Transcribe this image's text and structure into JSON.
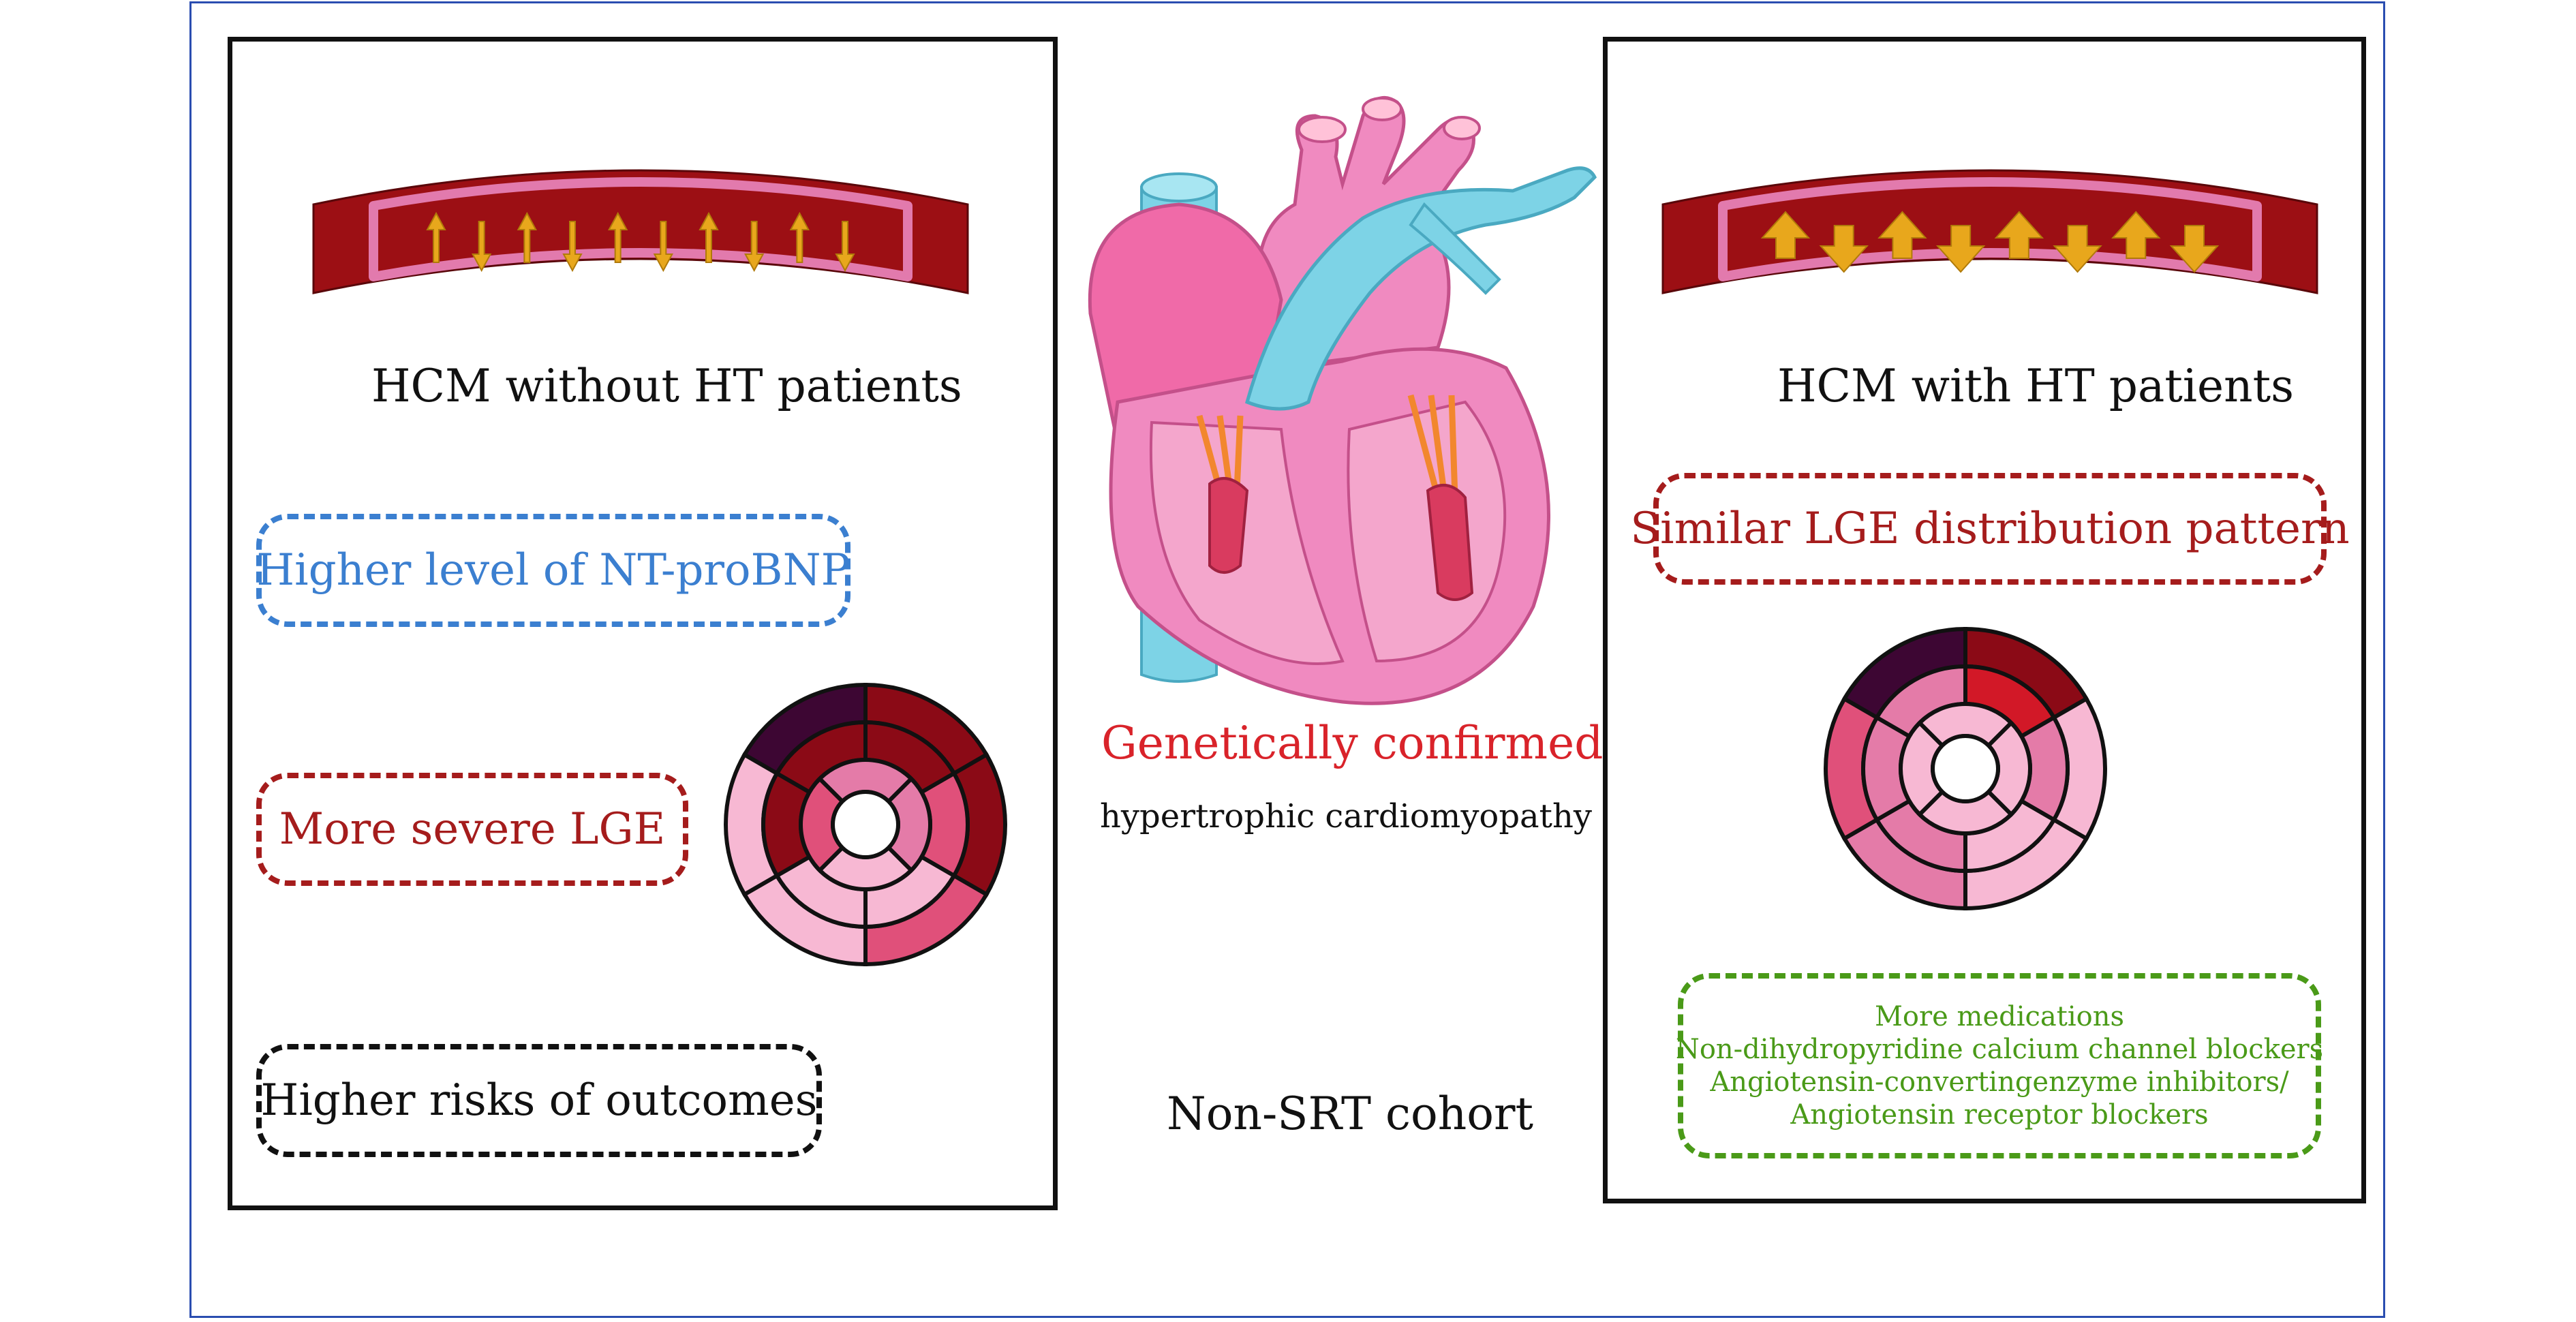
{
  "left_panel": {
    "title": "HCM without HT patients",
    "findings": [
      {
        "text": "Higher level of NT-proBNP",
        "color": "#3b7fd0"
      },
      {
        "text": "More severe LGE",
        "color": "#a51c1c"
      },
      {
        "text": "Higher risks of outcomes",
        "color": "#111111"
      }
    ]
  },
  "center": {
    "label_red": "Genetically confirmed",
    "label_black": "hypertrophic cardiomyopathy",
    "cohort": "Non-SRT cohort"
  },
  "right_panel": {
    "title": "HCM with HT patients",
    "finding_lge": {
      "text": "Similar LGE distribution pattern",
      "color": "#a51c1c"
    },
    "medications": {
      "color": "#4a9a18",
      "lines": [
        "More medications",
        "Non-dihydropyridine calcium channel blockers",
        "Angiotensin-convertingenzyme inhibitors/",
        "Angiotensin receptor blockers"
      ]
    }
  },
  "colors": {
    "vessel_dark": "#9c0f14",
    "vessel_pink": "#e27aad",
    "arrow": "#e8a71c",
    "heart_pink": "#f08ac0",
    "vessel_blue": "#7dd3e6",
    "seg_darkest": "#3d0633",
    "seg_dark": "#8b0a16",
    "seg_red": "#d21827",
    "seg_rose": "#e0507a",
    "seg_pink": "#e47ba8",
    "seg_light": "#f7b8d3"
  },
  "bullseye_left": {
    "basal": [
      "#3d0633",
      "#8b0a16",
      "#8b0a16",
      "#e0507a",
      "#f7b8d3",
      "#f7b8d3"
    ],
    "mid": [
      "#8b0a16",
      "#8b0a16",
      "#e0507a",
      "#f7b8d3",
      "#f7b8d3",
      "#8b0a16"
    ],
    "apical": [
      "#e47ba8",
      "#e47ba8",
      "#f7b8d3",
      "#e0507a"
    ]
  },
  "bullseye_right": {
    "basal": [
      "#3d0633",
      "#8b0a16",
      "#f7b8d3",
      "#f7b8d3",
      "#e47ba8",
      "#e0507a"
    ],
    "mid": [
      "#e47ba8",
      "#d21827",
      "#e47ba8",
      "#f7b8d3",
      "#e47ba8",
      "#e47ba8"
    ],
    "apical": [
      "#f7b8d3",
      "#f7b8d3",
      "#f7b8d3",
      "#f7b8d3"
    ]
  }
}
